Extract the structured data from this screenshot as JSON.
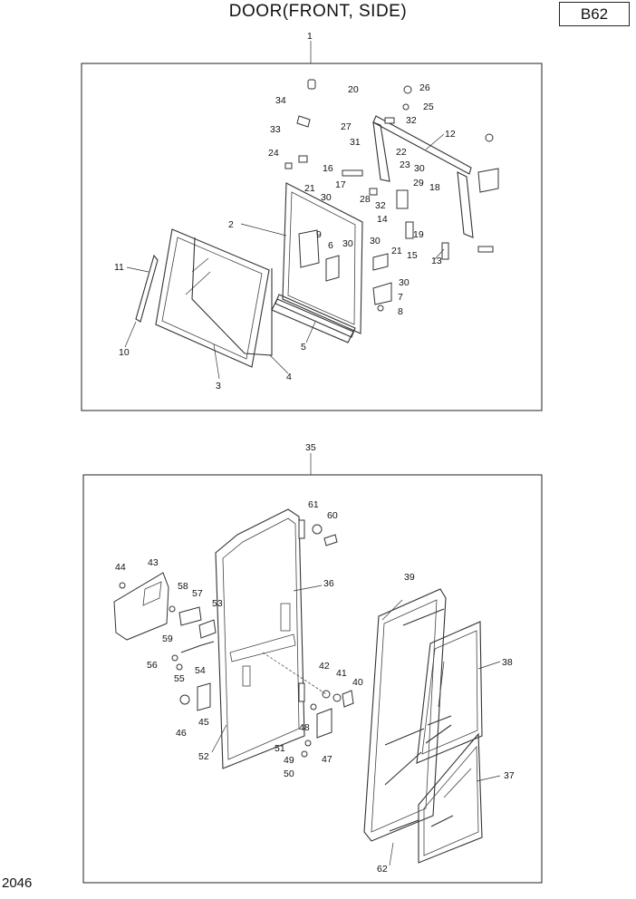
{
  "header": {
    "title": "DOOR(FRONT, SIDE)",
    "code": "B62"
  },
  "footer": {
    "page_number": "2046"
  },
  "top_diagram": {
    "assembly_label": "1",
    "callouts": [
      "2",
      "3",
      "4",
      "5",
      "6",
      "7",
      "8",
      "9",
      "10",
      "11",
      "12",
      "13",
      "14",
      "15",
      "16",
      "17",
      "18",
      "19",
      "20",
      "21",
      "21",
      "22",
      "23",
      "24",
      "25",
      "26",
      "27",
      "28",
      "29",
      "30",
      "30",
      "30",
      "30",
      "30",
      "31",
      "32",
      "32",
      "33",
      "34"
    ]
  },
  "bottom_diagram": {
    "assembly_label": "35",
    "callouts": [
      "36",
      "37",
      "38",
      "39",
      "40",
      "41",
      "42",
      "43",
      "44",
      "45",
      "46",
      "47",
      "48",
      "49",
      "50",
      "51",
      "52",
      "53",
      "54",
      "55",
      "56",
      "57",
      "58",
      "59",
      "60",
      "61",
      "62"
    ]
  }
}
